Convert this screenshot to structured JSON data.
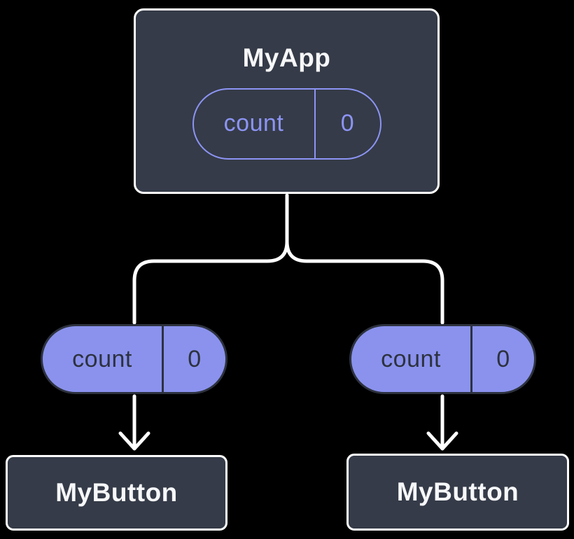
{
  "diagram": {
    "description": "React component tree: MyApp passes count state down as props to two MyButton children",
    "root": {
      "title": "MyApp",
      "state": {
        "name": "count",
        "value": "0"
      }
    },
    "props": [
      {
        "name": "count",
        "value": "0"
      },
      {
        "name": "count",
        "value": "0"
      }
    ],
    "children": [
      {
        "title": "MyButton"
      },
      {
        "title": "MyButton"
      }
    ],
    "colors": {
      "background": "#000000",
      "node_fill": "#353B48",
      "node_border": "#FFFFFF",
      "node_text": "#F6F7F9",
      "state_pill_outline": "#8C94F4",
      "prop_pill_fill": "#8A92EE",
      "prop_pill_dark": "#2D323E",
      "connector": "#FFFFFF"
    }
  }
}
